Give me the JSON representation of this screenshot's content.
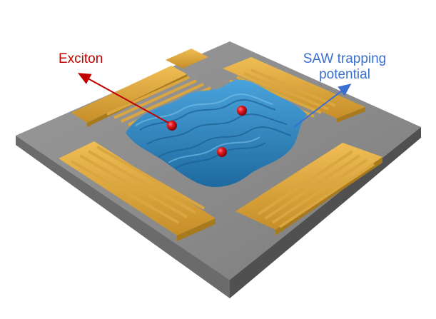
{
  "labels": {
    "exciton": "Exciton",
    "saw_line1": "SAW trapping",
    "saw_line2": "potential"
  },
  "colors": {
    "substrate_top": "#8a8a8a",
    "substrate_side": "#5e5e5e",
    "electrode": "#d4a23a",
    "electrode_dark": "#a77a1e",
    "wave": "#2f86c0",
    "wave_dark": "#1c5f93",
    "exciton": "#d3101a",
    "exciton_arrow": "#c00000",
    "saw_arrow": "#3a6fd0"
  },
  "icons": {
    "substrate": "substrate-slab",
    "electrodes": "interdigital-transducer",
    "wave": "saw-potential-surface",
    "exciton": "sphere"
  }
}
